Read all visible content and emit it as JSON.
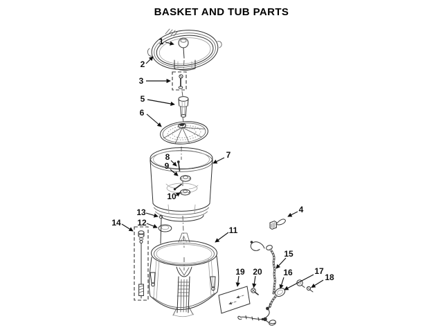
{
  "title": "BASKET AND TUB PARTS",
  "callouts": [
    "1",
    "2",
    "3",
    "4",
    "5",
    "6",
    "7",
    "8",
    "9",
    "10",
    "11",
    "12",
    "13",
    "14",
    "15",
    "16",
    "17",
    "18",
    "19",
    "20"
  ]
}
